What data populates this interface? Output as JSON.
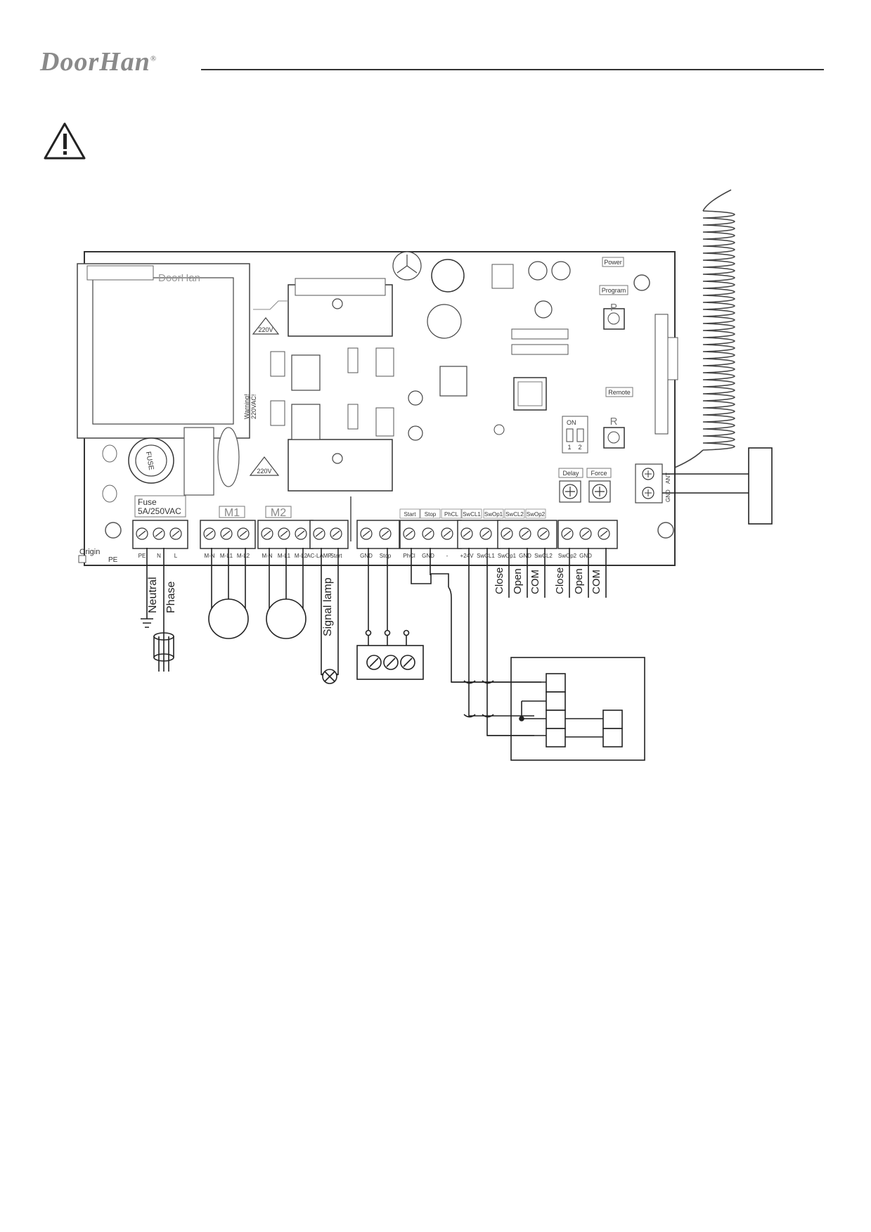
{
  "header": {
    "logo": "DoorHan",
    "logo_mark": "®"
  },
  "board": {
    "fuse_label_1": "Fuse",
    "fuse_label_2": "5A/250VAC",
    "fuse_text": "FUSE",
    "origin": "Origin",
    "pe": "PE",
    "m1": "M1",
    "m2": "M2",
    "v220_a": "220V",
    "v220_b": "220V",
    "warning_1": "Warning!",
    "warning_2": "220VAC!",
    "brand_faint": "DoorHan",
    "power": "Power",
    "program": "Program",
    "remote": "Remote",
    "p_button": "P",
    "r_button": "R",
    "dip_on": "ON",
    "dip_1": "1",
    "dip_2": "2",
    "delay": "Delay",
    "force": "Force",
    "gnd_side": "GND",
    "ant_side": "ANT",
    "upper_labels": [
      "Start",
      "Stop",
      "PhCL",
      "SwCL1",
      "SwOp1",
      "SwCL2",
      "SwOp2"
    ],
    "terminals": [
      "PE",
      "N",
      "L",
      "M-N",
      "M-L1",
      "M-L2",
      "M-N",
      "M-L1",
      "M-L2",
      "AC-LAMP",
      "Start",
      "GND",
      "Stop",
      "PhCl",
      "GND",
      "-",
      "+24V",
      "SwCL1",
      "SwOp1",
      "GND",
      "SwCL2",
      "SwOp2",
      "GND"
    ]
  },
  "wiring": {
    "neutral": "Neutral",
    "phase": "Phase",
    "signal_lamp": "Signal lamp",
    "limit_labels": [
      "Close",
      "Open",
      "COM",
      "Close",
      "Open",
      "COM"
    ]
  }
}
